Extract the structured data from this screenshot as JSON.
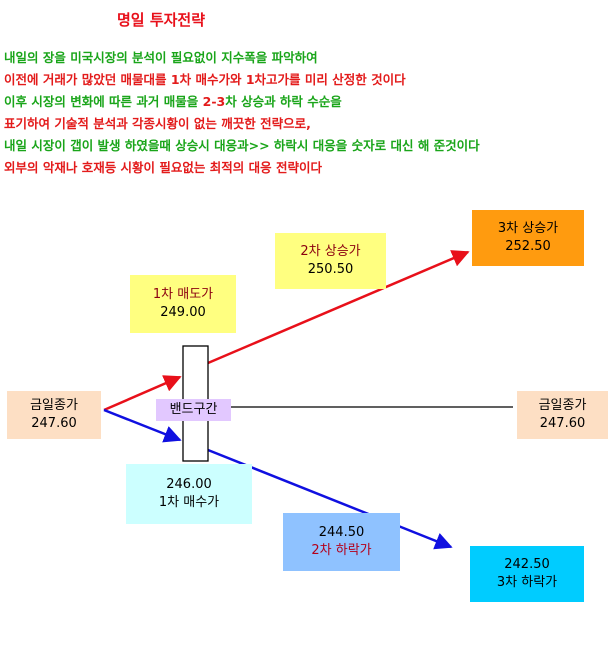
{
  "title": "명일 투자전략",
  "paragraph": {
    "line1": "내일의 장을 미국시장의 분석이 필요없이 지수폭을 파악하여",
    "line2_a": "이전에 거래가 많았던 매물대를 ",
    "line2_b": "1",
    "line2_c": "차 매수가와 ",
    "line2_d": "1",
    "line2_e": "차고가를 미리 산정한 것이다",
    "line3_a": "이후 시장의 변화에 따른 과거 매물을 ",
    "line3_b": "2-3",
    "line3_c": "차 상승과 하락 수순을",
    "line4": "표기하여 기술적  분석과 각종시황이 없는 깨끗한 전략으로,",
    "line5": "내일 시장이 갭이 발생 하였을때 상승시 대응과>> 하락시 대응을 숫자로 대신 해 준것이다",
    "line6": "외부의 악재나 호재등  시황이 필요없는 최적의 대응 전략이다"
  },
  "diagram": {
    "close_left": {
      "label": "금일종가",
      "value": "247.60"
    },
    "close_right": {
      "label": "금일종가",
      "value": "247.60"
    },
    "sell1": {
      "label": "1차 매도가",
      "value": "249.00"
    },
    "rise2": {
      "label": "2차 상승가",
      "value": "250.50"
    },
    "rise3": {
      "label": "3차 상승가",
      "value": "252.50"
    },
    "buy1": {
      "value": "246.00",
      "label": "1차 매수가"
    },
    "fall2": {
      "value": "244.50",
      "label": "2차 하락가"
    },
    "fall3": {
      "value": "242.50",
      "label": "3차 하락가"
    },
    "band": "밴드구간"
  },
  "colors": {
    "up_arrow": "#e8101a",
    "down_arrow": "#1010e0",
    "flat_line": "#000000"
  }
}
